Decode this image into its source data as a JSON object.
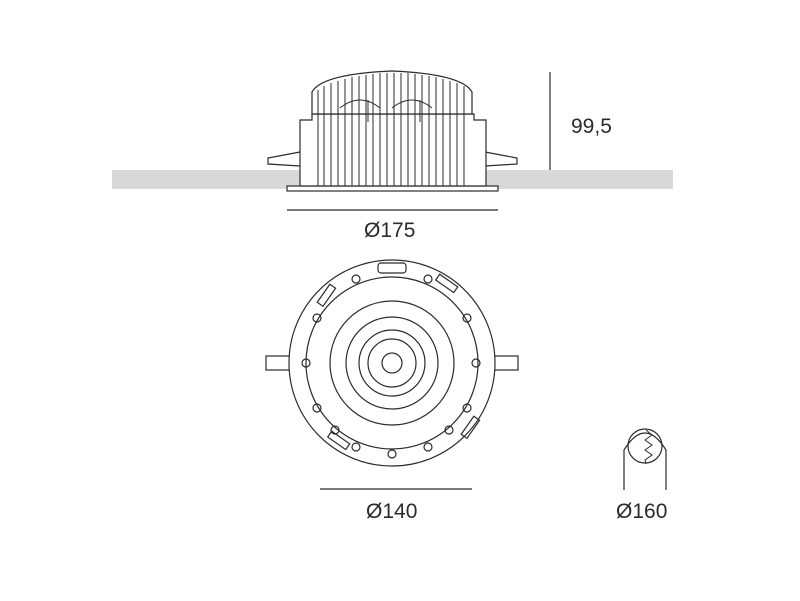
{
  "dimensions": {
    "height": "99,5",
    "outer_diameter": "Ø175",
    "cutout_diameter": "Ø140",
    "tilt_diameter": "Ø160"
  },
  "colors": {
    "line": "#2b2b2b",
    "ceiling": "#d9d9d9",
    "background": "#ffffff"
  }
}
